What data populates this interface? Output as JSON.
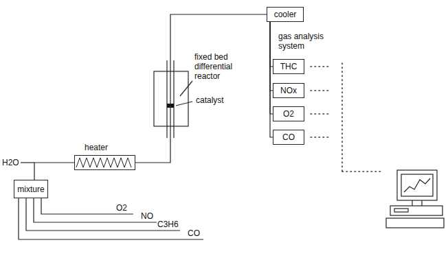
{
  "diagram": {
    "nodes": [
      {
        "text": [
          "cooler"
        ]
      },
      {
        "text": [
          "THC"
        ]
      },
      {
        "text": [
          "NOx"
        ]
      },
      {
        "text": [
          "O2"
        ]
      },
      {
        "text": [
          "CO"
        ]
      },
      {
        "text": [
          "heater"
        ]
      },
      {
        "text": [
          "mixture"
        ]
      }
    ],
    "edges": [
      {
        "from": 0,
        "to": 1,
        "arrow": "none"
      },
      {
        "from": 0,
        "to": 2,
        "arrow": "none"
      },
      {
        "from": 0,
        "to": 3,
        "arrow": "none"
      },
      {
        "from": 0,
        "to": 4,
        "arrow": "none"
      },
      {
        "from": 5,
        "to": 0,
        "arrow": "none"
      },
      {
        "from": 6,
        "to": 5,
        "arrow": "none"
      }
    ],
    "labels": [
      "fixed bed differential reactor",
      "catalyst",
      "gas analysis system",
      "H2O",
      "O2",
      "NO",
      "C3H6",
      "CO"
    ]
  }
}
